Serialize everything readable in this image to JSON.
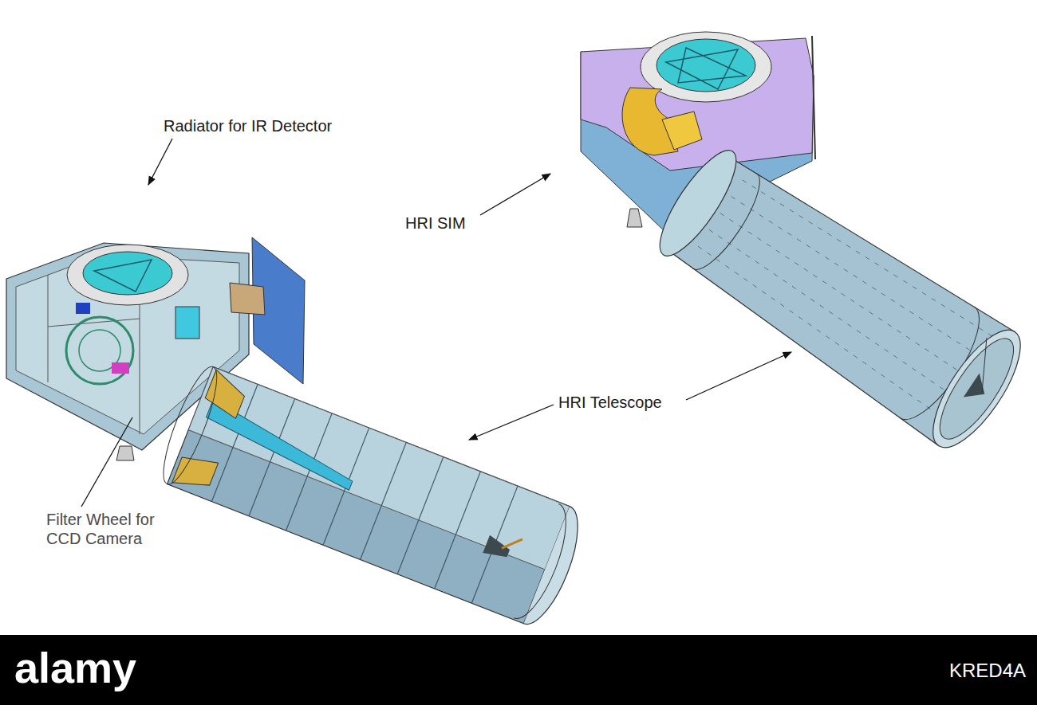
{
  "diagram": {
    "labels": [
      "Radiator for IR Detector",
      "HRI SIM",
      "HRI Telescope",
      "Filter Wheel for CCD Camera",
      "alamy",
      "KRED4A"
    ]
  }
}
